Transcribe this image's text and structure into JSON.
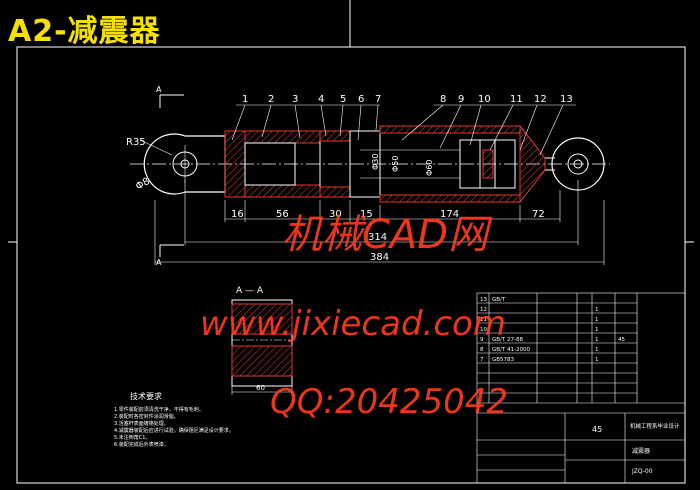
{
  "title": "A2-减震器",
  "colors": {
    "background": "#000000",
    "line": "#ffffff",
    "title": "#f5e000",
    "section": "#e53935",
    "watermark": "#ff3b1f",
    "dim": "#ffffff"
  },
  "drawing": {
    "part_numbers": [
      "1",
      "2",
      "3",
      "4",
      "5",
      "6",
      "7",
      "8",
      "9",
      "10",
      "11",
      "12",
      "13"
    ],
    "section_mark": "A",
    "radius_label": "R35",
    "hole_label": "Φ8",
    "dims_lower": [
      "16",
      "56",
      "30",
      "15",
      "174",
      "72"
    ],
    "dim_total_inner": "314",
    "dim_total_outer": "384",
    "dia_labels": [
      "Φ30",
      "Φ50",
      "Φ60"
    ]
  },
  "section_view": {
    "label": "A — A",
    "dim": "60"
  },
  "tech_requirements": {
    "heading": "技术要求",
    "lines": [
      "1.零件装配前须清洗干净，不得有毛刺。",
      "2.装配时各密封件涂润滑脂。",
      "3.活塞杆表面镀铬处理。",
      "4.减震器装配后应进行试验，确保阻尼满足设计要求。",
      "5.未注倒角C1。",
      "6.装配完成后外表喷漆。"
    ]
  },
  "title_block": {
    "rows": [
      [
        "13",
        "GB/T",
        "",
        "",
        ""
      ],
      [
        "12",
        "",
        "",
        "1",
        ""
      ],
      [
        "11",
        "",
        "",
        "1",
        ""
      ],
      [
        "10",
        "",
        "",
        "1",
        ""
      ],
      [
        "9",
        "GB/T 27-88",
        "",
        "1",
        "45"
      ],
      [
        "8",
        "GB/T 41-2000",
        "",
        "1",
        ""
      ],
      [
        "7",
        "GB5783",
        "",
        "1",
        ""
      ]
    ],
    "material": "45",
    "school": "机械工程系毕业设计",
    "drawing_name": "减震器",
    "drawing_no": "JZQ-00"
  },
  "watermark": {
    "site_cn": "机械CAD网",
    "url": "www.jixiecad.com",
    "qq": "QQ:20425042"
  }
}
